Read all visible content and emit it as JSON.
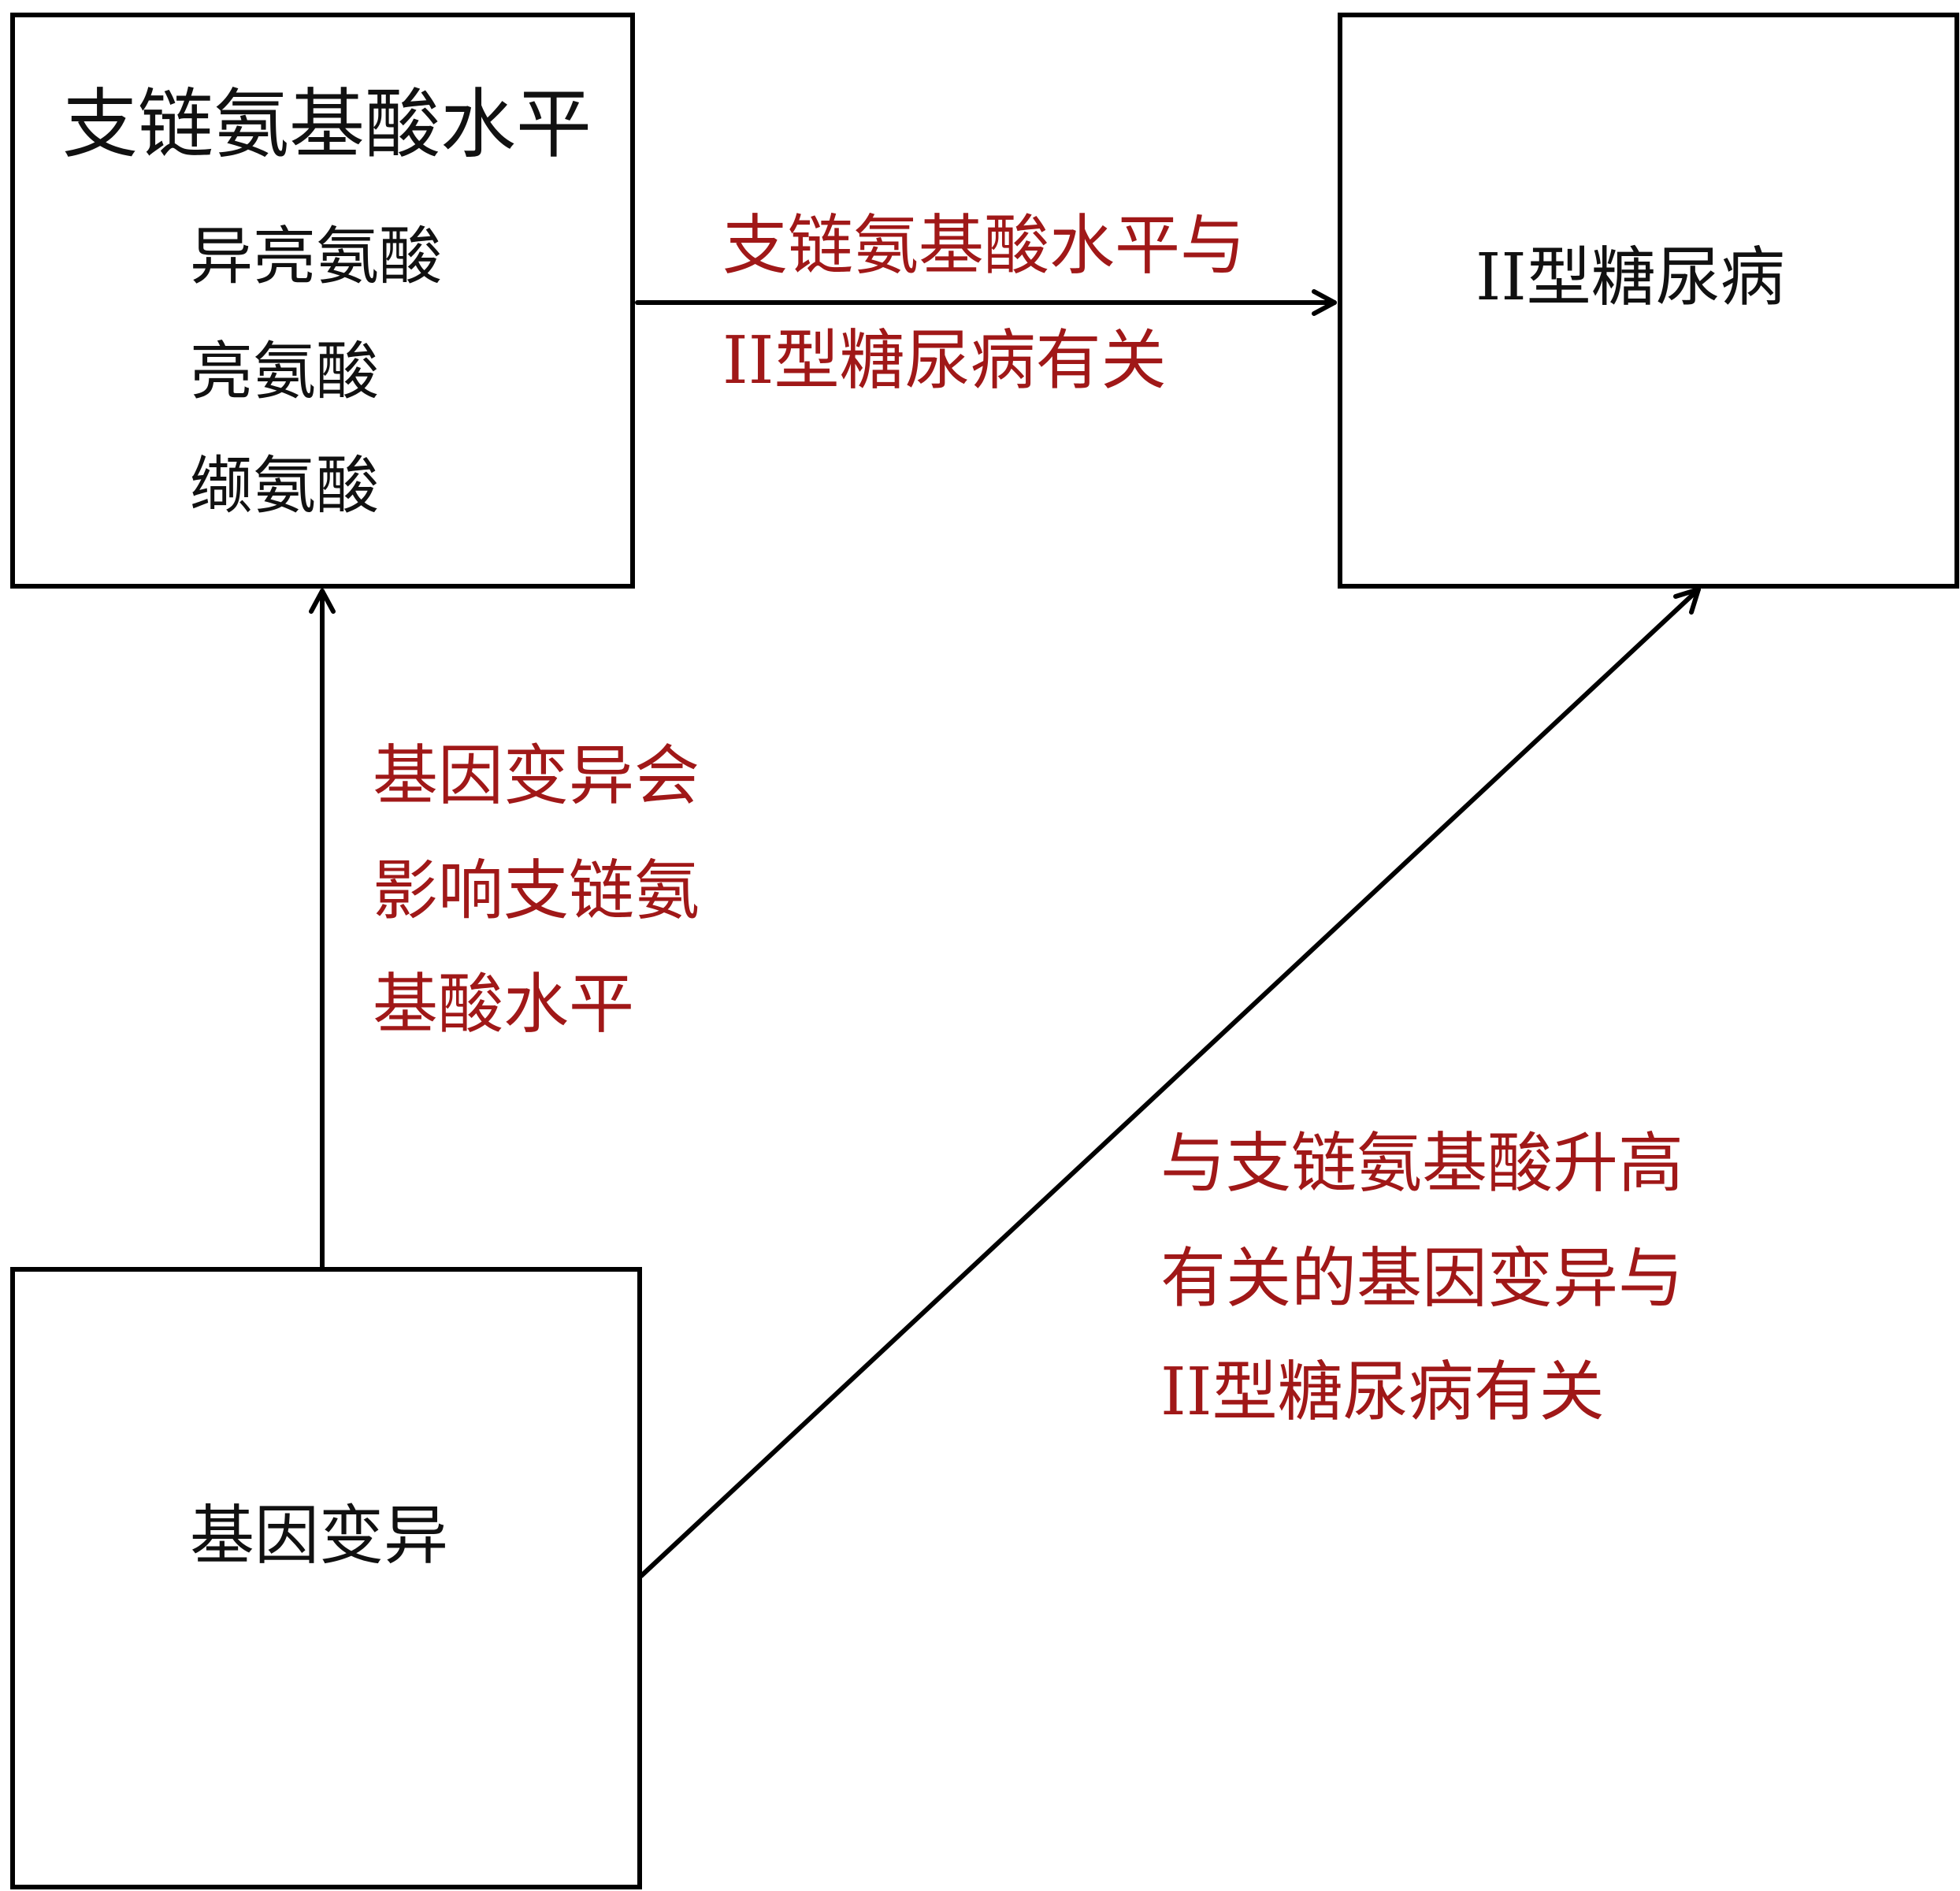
{
  "nodes": {
    "bcaa": {
      "title": "支链氨基酸水平",
      "items": [
        "异亮氨酸",
        "亮氨酸",
        "缬氨酸"
      ]
    },
    "t2d": {
      "label": "II型糖尿病"
    },
    "gene": {
      "label": "基因变异"
    }
  },
  "edges": {
    "bcaa_to_t2d": [
      "支链氨基酸水平与",
      "II型糖尿病有关"
    ],
    "gene_to_bcaa": [
      "基因变异会",
      "影响支链氨",
      "基酸水平"
    ],
    "gene_to_t2d": [
      "与支链氨基酸升高",
      "有关的基因变异与",
      "II型糖尿病有关"
    ]
  },
  "colors": {
    "edge_label": "#a01818",
    "line": "#000000"
  }
}
